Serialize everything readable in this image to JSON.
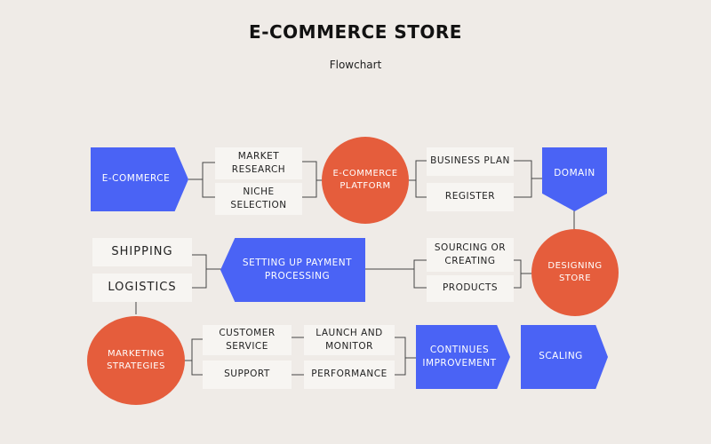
{
  "header": {
    "title": "E-COMMERCE STORE",
    "subtitle": "Flowchart"
  },
  "nodes": {
    "ecommerce": "E-COMMERCE",
    "market_research": "MARKET RESEARCH",
    "niche_selection": "NICHE SELECTION",
    "ecommerce_platform": "E-COMMERCE PLATFORM",
    "business_plan": "BUSINESS PLAN",
    "register": "REGISTER",
    "domain": "DOMAIN",
    "designing_store": "DESIGNING STORE",
    "sourcing_or_creating": "SOURCING OR CREATING",
    "products": "PRODUCTS",
    "setting_up_payment": "SETTING UP PAYMENT PROCESSING",
    "shipping": "SHIPPING",
    "logistics": "LOGISTICS",
    "marketing_strategies": "MARKETING STRATEGIES",
    "customer_service": "CUSTOMER SERVICE",
    "support": "SUPPORT",
    "launch_and_monitor": "LAUNCH AND MONITOR",
    "performance": "PERFORMANCE",
    "continues_improvement": "CONTINUES IMPROVEMENT",
    "scaling": "SCALING"
  },
  "colors": {
    "blue": "#4a63f5",
    "orange": "#e55d3c",
    "box": "#f7f5f2",
    "background": "#efebe7",
    "line": "#444444"
  }
}
